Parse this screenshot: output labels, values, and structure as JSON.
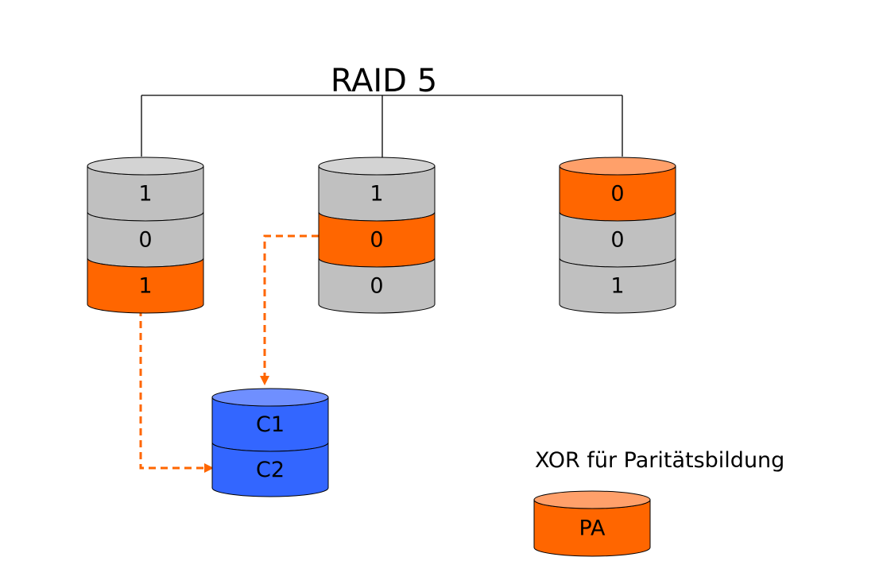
{
  "title": "RAID 5",
  "colors": {
    "data": "#C0C0C0",
    "data_top": "#D3D3D3",
    "parity": "#FF6600",
    "parity_top": "#FFA06A",
    "cache": "#3366FF",
    "cache_top": "#6F8FFF",
    "arrow": "#FF6600"
  },
  "disks": [
    {
      "segments": [
        {
          "label": "1",
          "role": "data"
        },
        {
          "label": "0",
          "role": "data"
        },
        {
          "label": "1",
          "role": "parity"
        }
      ]
    },
    {
      "segments": [
        {
          "label": "1",
          "role": "data"
        },
        {
          "label": "0",
          "role": "parity"
        },
        {
          "label": "0",
          "role": "data"
        }
      ]
    },
    {
      "segments": [
        {
          "label": "0",
          "role": "parity"
        },
        {
          "label": "0",
          "role": "data"
        },
        {
          "label": "1",
          "role": "data"
        }
      ]
    }
  ],
  "cache_disk": {
    "segments": [
      {
        "label": "C1"
      },
      {
        "label": "C2"
      }
    ]
  },
  "legend": {
    "caption": "XOR für Paritätsbildung",
    "label": "PA"
  }
}
